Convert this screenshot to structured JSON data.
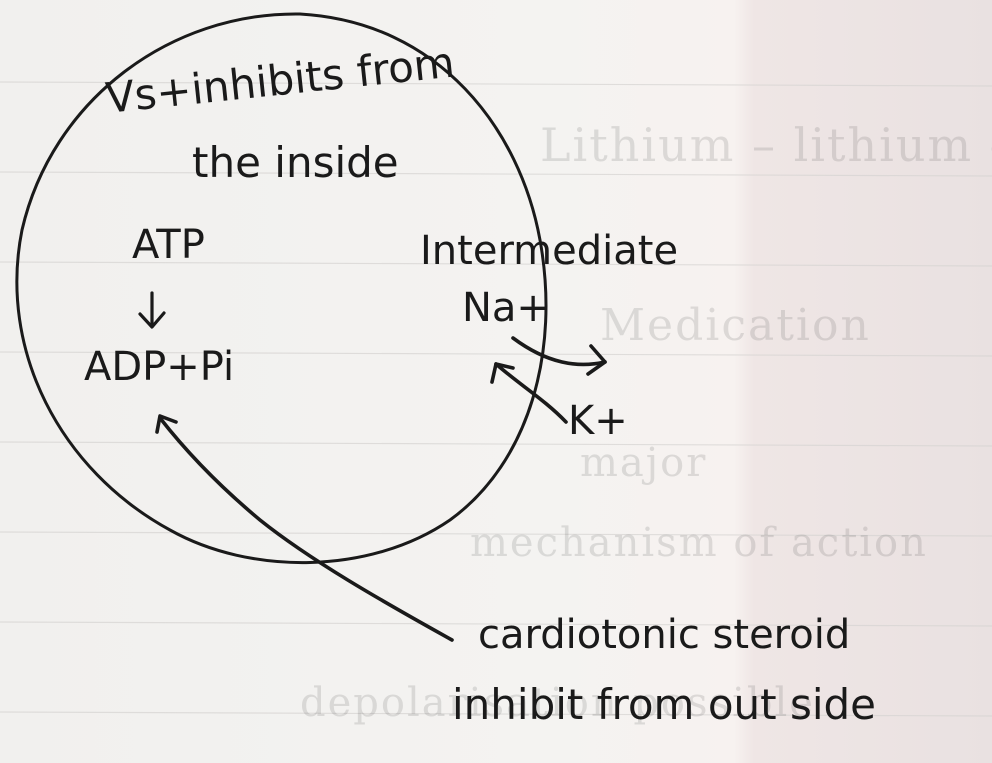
{
  "note": {
    "inside_label": {
      "line1": "Vs+inhibits from",
      "line2": "the inside"
    },
    "reaction": {
      "substrate": "ATP",
      "products": "ADP+Pi"
    },
    "pump": {
      "intermediate": "Intermediate",
      "sodium": "Na+",
      "potassium": "K+"
    },
    "outside_label": {
      "line1": "cardiotonic steroid",
      "line2": "inhibit from out side"
    }
  },
  "colors": {
    "ink": "#1a1a1a",
    "paper": "#f3f2f0"
  }
}
